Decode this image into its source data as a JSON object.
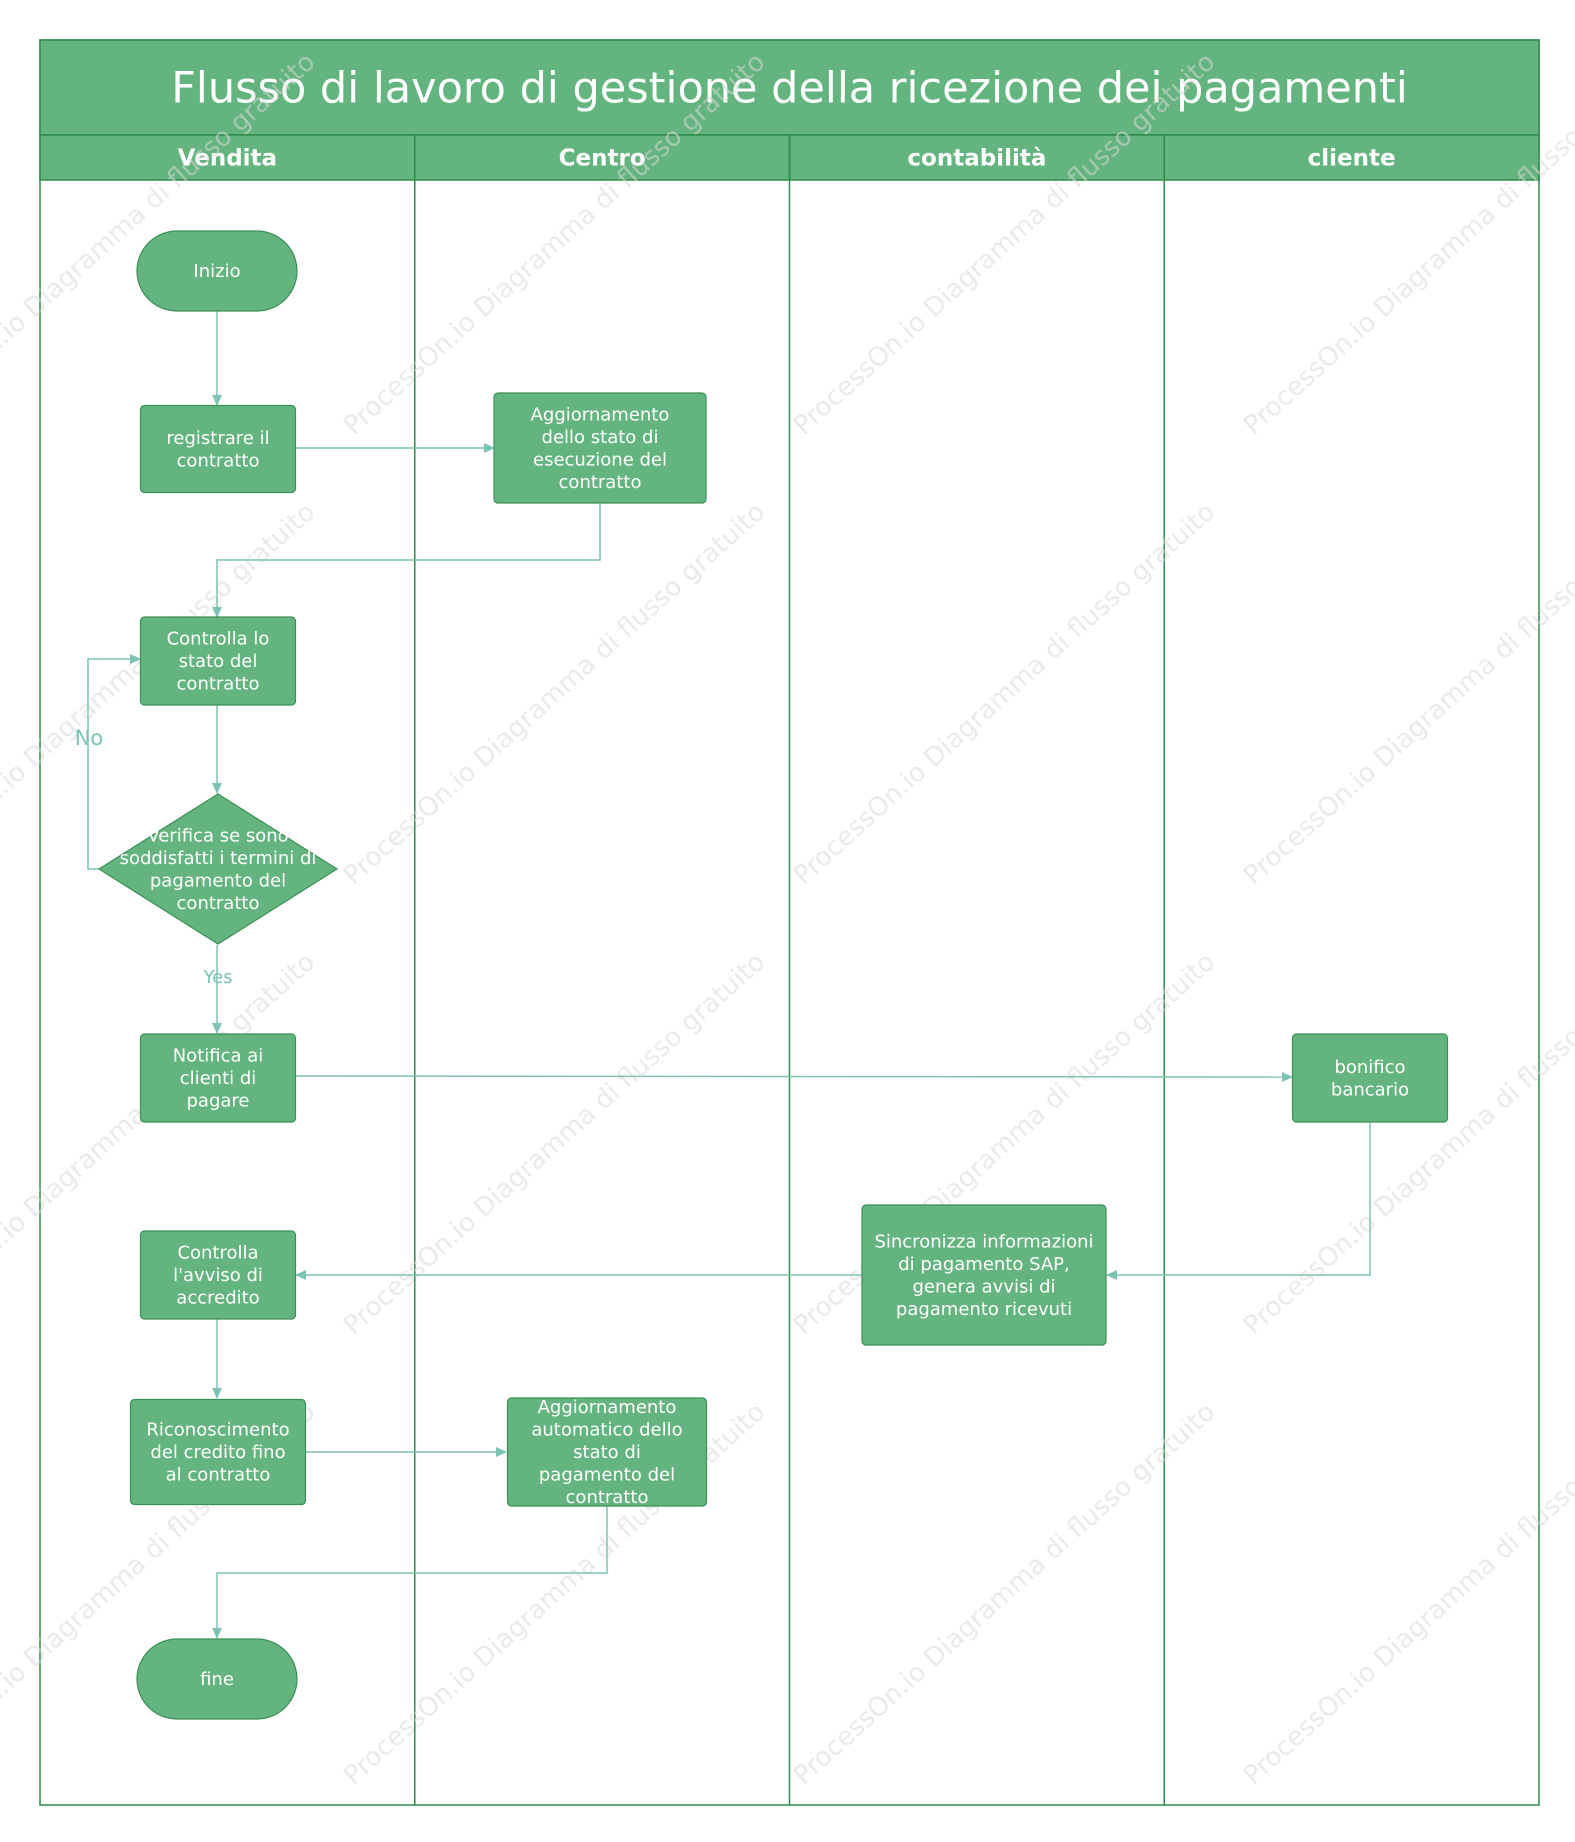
{
  "title": "Flusso di lavoro di gestione della ricezione dei pagamenti",
  "colors": {
    "lane_fill": "#64b47f",
    "lane_border": "#2e8b4a",
    "node_fill": "#64b47f",
    "node_border": "#3a8f58",
    "connector": "#7cc3b5",
    "watermark": "#d9d9d9"
  },
  "lanes": [
    {
      "id": "vendita",
      "label": "Vendita"
    },
    {
      "id": "centro",
      "label": "Centro"
    },
    {
      "id": "contabilita",
      "label": "contabilità"
    },
    {
      "id": "cliente",
      "label": "cliente"
    }
  ],
  "nodes": [
    {
      "id": "inizio",
      "shape": "terminal",
      "lane": "vendita",
      "lines": [
        "Inizio"
      ]
    },
    {
      "id": "registrare",
      "shape": "process",
      "lane": "vendita",
      "lines": [
        "registrare il",
        "contratto"
      ]
    },
    {
      "id": "aggiornamento1",
      "shape": "process",
      "lane": "centro",
      "lines": [
        "Aggiornamento",
        "dello stato di",
        "esecuzione del",
        "contratto"
      ]
    },
    {
      "id": "controlla_stato",
      "shape": "process",
      "lane": "vendita",
      "lines": [
        "Controlla lo",
        "stato del",
        "contratto"
      ]
    },
    {
      "id": "verifica",
      "shape": "decision",
      "lane": "vendita",
      "lines": [
        "Verifica se sono",
        "soddisfatti i termini di",
        "pagamento del",
        "contratto"
      ]
    },
    {
      "id": "notifica",
      "shape": "process",
      "lane": "vendita",
      "lines": [
        "Notifica ai",
        "clienti di",
        "pagare"
      ]
    },
    {
      "id": "bonifico",
      "shape": "process",
      "lane": "cliente",
      "lines": [
        "bonifico",
        "bancario"
      ]
    },
    {
      "id": "sincronizza",
      "shape": "process",
      "lane": "contabilita",
      "lines": [
        "Sincronizza informazioni",
        "di pagamento SAP,",
        "genera avvisi di",
        "pagamento ricevuti"
      ]
    },
    {
      "id": "controlla_avviso",
      "shape": "process",
      "lane": "vendita",
      "lines": [
        "Controlla",
        "l'avviso di",
        "accredito"
      ]
    },
    {
      "id": "riconoscimento",
      "shape": "process",
      "lane": "vendita",
      "lines": [
        "Riconoscimento",
        "del credito fino",
        "al contratto"
      ]
    },
    {
      "id": "aggiornamento2",
      "shape": "process",
      "lane": "centro",
      "lines": [
        "Aggiornamento",
        "automatico dello",
        "stato di",
        "pagamento del",
        "contratto"
      ]
    },
    {
      "id": "fine",
      "shape": "terminal",
      "lane": "vendita",
      "lines": [
        "fine"
      ]
    }
  ],
  "edges": [
    {
      "from": "inizio",
      "to": "registrare",
      "label": ""
    },
    {
      "from": "registrare",
      "to": "aggiornamento1",
      "label": ""
    },
    {
      "from": "aggiornamento1",
      "to": "controlla_stato",
      "label": ""
    },
    {
      "from": "controlla_stato",
      "to": "verifica",
      "label": ""
    },
    {
      "from": "verifica",
      "to": "controlla_stato",
      "label": "No"
    },
    {
      "from": "verifica",
      "to": "notifica",
      "label": "Yes"
    },
    {
      "from": "notifica",
      "to": "bonifico",
      "label": ""
    },
    {
      "from": "bonifico",
      "to": "sincronizza",
      "label": ""
    },
    {
      "from": "sincronizza",
      "to": "controlla_avviso",
      "label": ""
    },
    {
      "from": "controlla_avviso",
      "to": "riconoscimento",
      "label": ""
    },
    {
      "from": "riconoscimento",
      "to": "aggiornamento2",
      "label": ""
    },
    {
      "from": "aggiornamento2",
      "to": "fine",
      "label": ""
    }
  ],
  "watermark_text": "ProcessOn.io Diagramma di flusso gratuito"
}
